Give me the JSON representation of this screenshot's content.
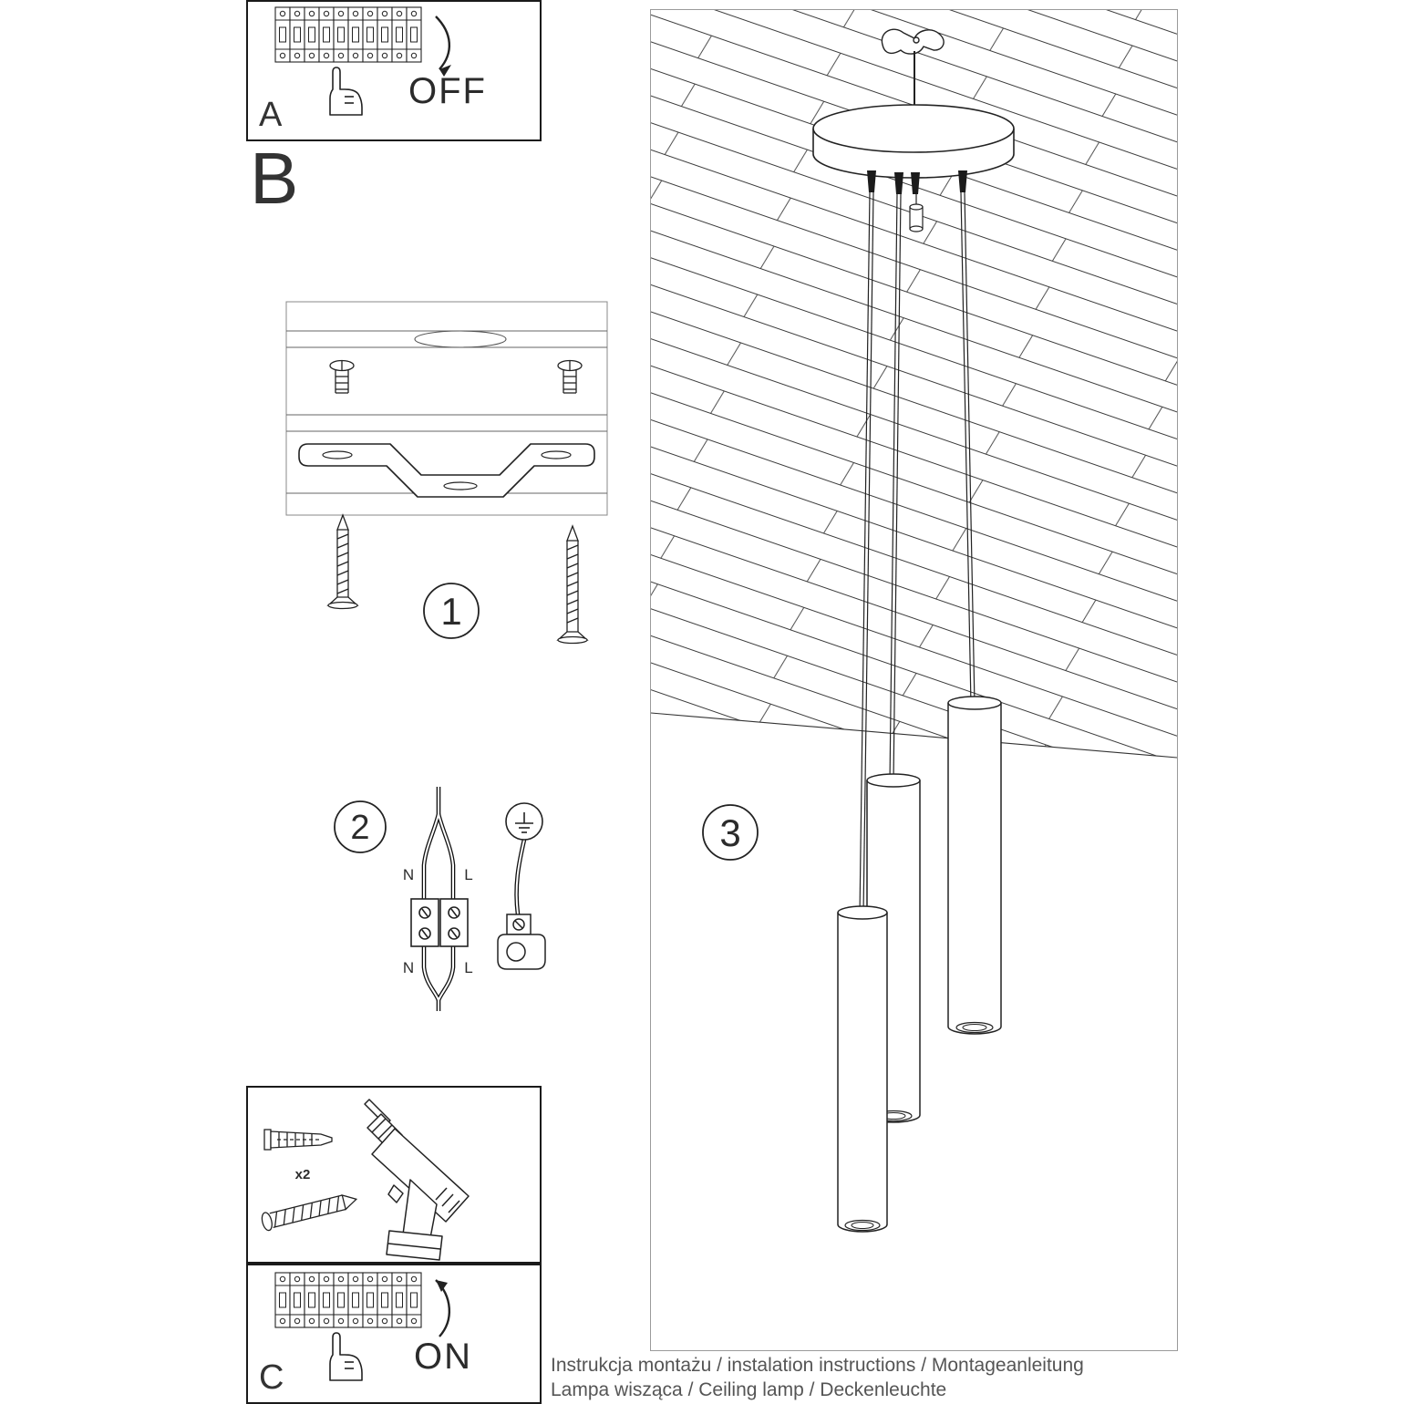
{
  "ink": "#222222",
  "panel_a": {
    "letter": "A",
    "switch_state": "OFF"
  },
  "section_label_b": "B",
  "step1": {
    "badge": "1"
  },
  "step2": {
    "badge": "2",
    "labels": {
      "top_left": "N",
      "top_right": "L",
      "bottom_left": "N",
      "bottom_right": "L"
    }
  },
  "step3": {
    "badge": "3"
  },
  "hardware": {
    "anchor_quantity": "x2"
  },
  "panel_c": {
    "letter": "C",
    "switch_state": "ON"
  },
  "footer": {
    "line1": "Instrukcja montażu / instalation instructions / Montageanleitung",
    "line2": "Lampa wisząca / Ceiling lamp / Deckenleuchte"
  }
}
